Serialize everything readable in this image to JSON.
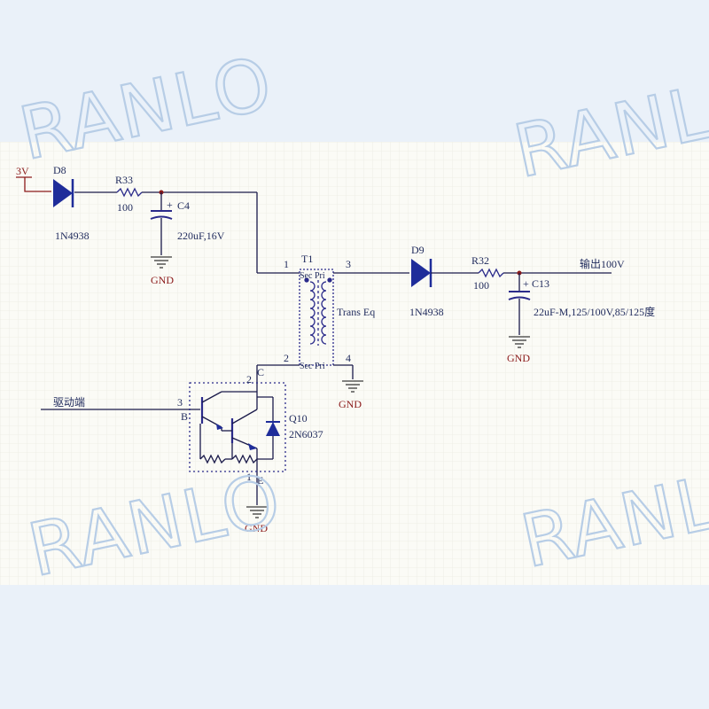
{
  "watermark": "RANLO",
  "labels": {
    "v3": "3V",
    "d8": "D8",
    "d8_part": "1N4938",
    "r33": "R33",
    "r33_val": "100",
    "c4": "C4",
    "c4_val": "220uF,16V",
    "gnd": "GND",
    "t1": "T1",
    "sec_pri_top": "Sec Pri",
    "sec_pri_bot": "Sec Pri",
    "trans_eq": "Trans Eq",
    "pin1": "1",
    "pin2": "2",
    "pin3": "3",
    "pin4": "4",
    "d9": "D9",
    "d9_part": "1N4938",
    "r32": "R32",
    "r32_val": "100",
    "c13": "C13",
    "c13_val": "22uF-M,125/100V,85/125度",
    "output": "输出100V",
    "drive": "驱动端",
    "q_pin_b": "3",
    "q_b": "B",
    "q_pin_c": "2",
    "q_c": "C",
    "q_pin_e": "1",
    "q_e": "E",
    "q10": "Q10",
    "q10_part": "2N6037",
    "plus": "+"
  },
  "colors": {
    "wire": "#1a1a4a",
    "component": "#2a2a8a",
    "diode_fill": "#1f2d9a",
    "label_red": "#8b1a1a",
    "gnd": "#3a3a3a",
    "grid": "#e8e8e0",
    "sheet": "#fbfbf6",
    "background": "#eaf1f9"
  }
}
